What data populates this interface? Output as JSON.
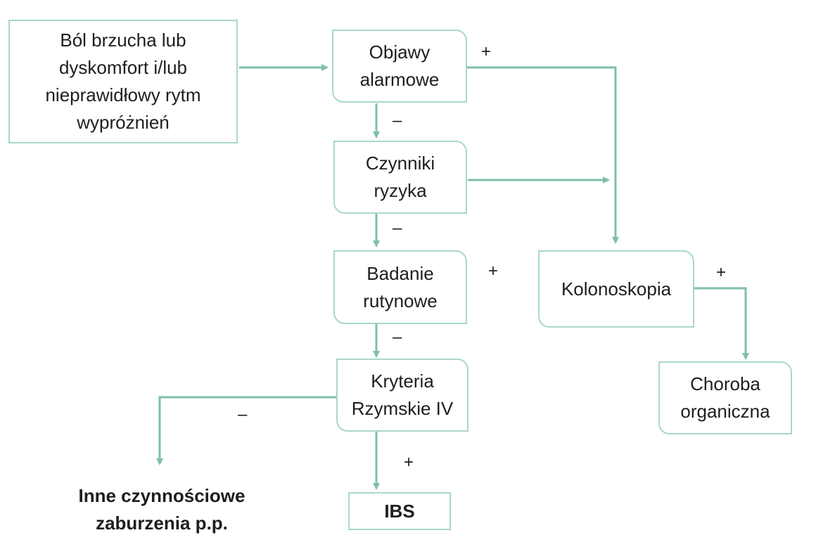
{
  "diagram": {
    "nodes": {
      "start": "Ból brzucha lub\ndyskomfort i/lub\nnieprawidłowy rytm\nwypróżnień",
      "alarm": "Objawy\nalarmowe",
      "risk": "Czynniki\nryzyka",
      "routine": "Badanie\nrutynowe",
      "rome": "Kryteria\nRzymskie IV",
      "colonoscopy": "Kolonoskopia",
      "organic": "Choroba\norganiczna",
      "ibs": "IBS",
      "other": "Inne czynnościowe\nzaburzenia p.p."
    },
    "signs": {
      "alarm_plus": "+",
      "alarm_minus": "–",
      "risk_minus": "–",
      "routine_plus": "+",
      "routine_minus": "–",
      "rome_minus": "–",
      "rome_plus": "+",
      "colonoscopy_plus": "+"
    },
    "colors": {
      "line": "#7fbfa8",
      "box_border": "#a9d8c6",
      "text": "#1e1e1e"
    }
  }
}
